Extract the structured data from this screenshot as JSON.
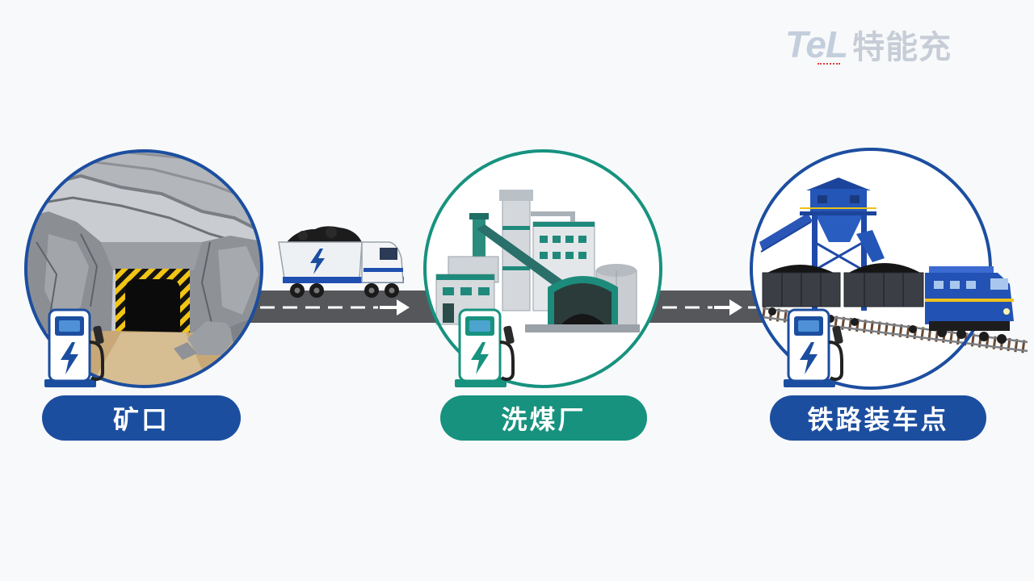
{
  "logo": {
    "brand": "TeL",
    "name": "特能充"
  },
  "stages": [
    {
      "label": "矿口",
      "color": "#1c4ea0"
    },
    {
      "label": "洗煤厂",
      "color": "#17927f"
    },
    {
      "label": "铁路装车点",
      "color": "#1c4ea0"
    }
  ],
  "colors": {
    "blue": "#1c4ea0",
    "teal": "#17927f",
    "road": "#55575b",
    "coal": "#1a1a1a"
  },
  "icons": [
    "charging-station-icon",
    "lightning-icon",
    "arrow-right-icon"
  ]
}
